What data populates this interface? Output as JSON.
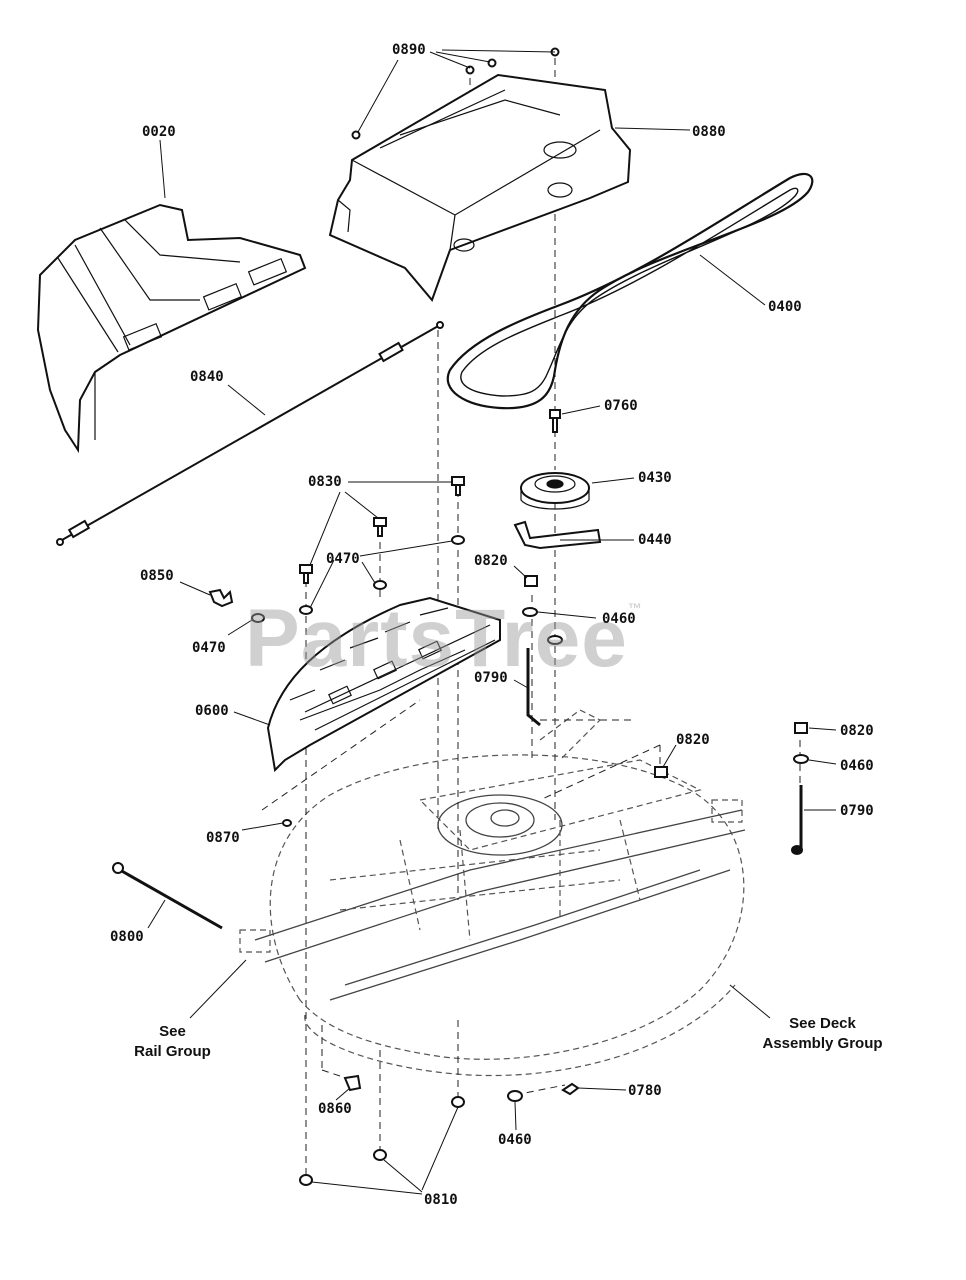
{
  "watermark": {
    "text": "PartsTree",
    "mark": "™"
  },
  "labels": [
    {
      "id": "0890",
      "text": "0890"
    },
    {
      "id": "0880",
      "text": "0880"
    },
    {
      "id": "0020",
      "text": "0020"
    },
    {
      "id": "0400",
      "text": "0400"
    },
    {
      "id": "0840",
      "text": "0840"
    },
    {
      "id": "0760",
      "text": "0760"
    },
    {
      "id": "0430",
      "text": "0430"
    },
    {
      "id": "0830",
      "text": "0830"
    },
    {
      "id": "0440",
      "text": "0440"
    },
    {
      "id": "0470a",
      "text": "0470"
    },
    {
      "id": "0820a",
      "text": "0820"
    },
    {
      "id": "0850",
      "text": "0850"
    },
    {
      "id": "0460a",
      "text": "0460"
    },
    {
      "id": "0470b",
      "text": "0470"
    },
    {
      "id": "0790a",
      "text": "0790"
    },
    {
      "id": "0600",
      "text": "0600"
    },
    {
      "id": "0820b",
      "text": "0820"
    },
    {
      "id": "0820c",
      "text": "0820"
    },
    {
      "id": "0460b",
      "text": "0460"
    },
    {
      "id": "0790b",
      "text": "0790"
    },
    {
      "id": "0870",
      "text": "0870"
    },
    {
      "id": "0800",
      "text": "0800"
    },
    {
      "id": "0780",
      "text": "0780"
    },
    {
      "id": "0860",
      "text": "0860"
    },
    {
      "id": "0460c",
      "text": "0460"
    },
    {
      "id": "0810",
      "text": "0810"
    }
  ],
  "notes": {
    "rail_group": "See\nRail Group",
    "deck_group": "See Deck\nAssembly Group"
  }
}
